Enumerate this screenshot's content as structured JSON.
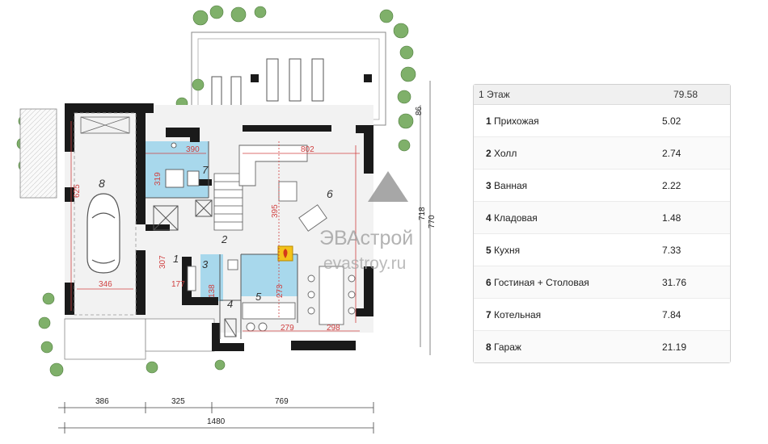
{
  "plan": {
    "watermark_brand": "ЭВАстрой",
    "watermark_url": "evastroy.ru",
    "rooms": [
      {
        "num": "1"
      },
      {
        "num": "2"
      },
      {
        "num": "3"
      },
      {
        "num": "4"
      },
      {
        "num": "5"
      },
      {
        "num": "6"
      },
      {
        "num": "7"
      },
      {
        "num": "8"
      }
    ],
    "dims": {
      "d390": "390",
      "d319": "319",
      "d625": "625",
      "d346": "346",
      "d307": "307",
      "d177": "177",
      "d138": "138",
      "d273": "273",
      "d395": "395",
      "d802": "802",
      "d279": "279",
      "d298": "298",
      "d718": "718",
      "d770": "770",
      "d86": "86"
    },
    "bottom_dims": {
      "a": "386",
      "b": "325",
      "c": "769",
      "total": "1480"
    }
  },
  "table": {
    "header_label": "1 Этаж",
    "header_value": "79.58",
    "rows": [
      {
        "num": "1",
        "name": "Прихожая",
        "value": "5.02"
      },
      {
        "num": "2",
        "name": "Холл",
        "value": "2.74"
      },
      {
        "num": "3",
        "name": "Ванная",
        "value": "2.22"
      },
      {
        "num": "4",
        "name": "Кладовая",
        "value": "1.48"
      },
      {
        "num": "5",
        "name": "Кухня",
        "value": "7.33"
      },
      {
        "num": "6",
        "name": "Гостиная + Столовая",
        "value": "31.76"
      },
      {
        "num": "7",
        "name": "Котельная",
        "value": "7.84"
      },
      {
        "num": "8",
        "name": "Гараж",
        "value": "21.19"
      }
    ]
  },
  "colors": {
    "wall": "#1a1a1a",
    "wet_zone": "#a8d8ec",
    "dim_line": "#d04040",
    "floor": "#f2f2f2"
  }
}
